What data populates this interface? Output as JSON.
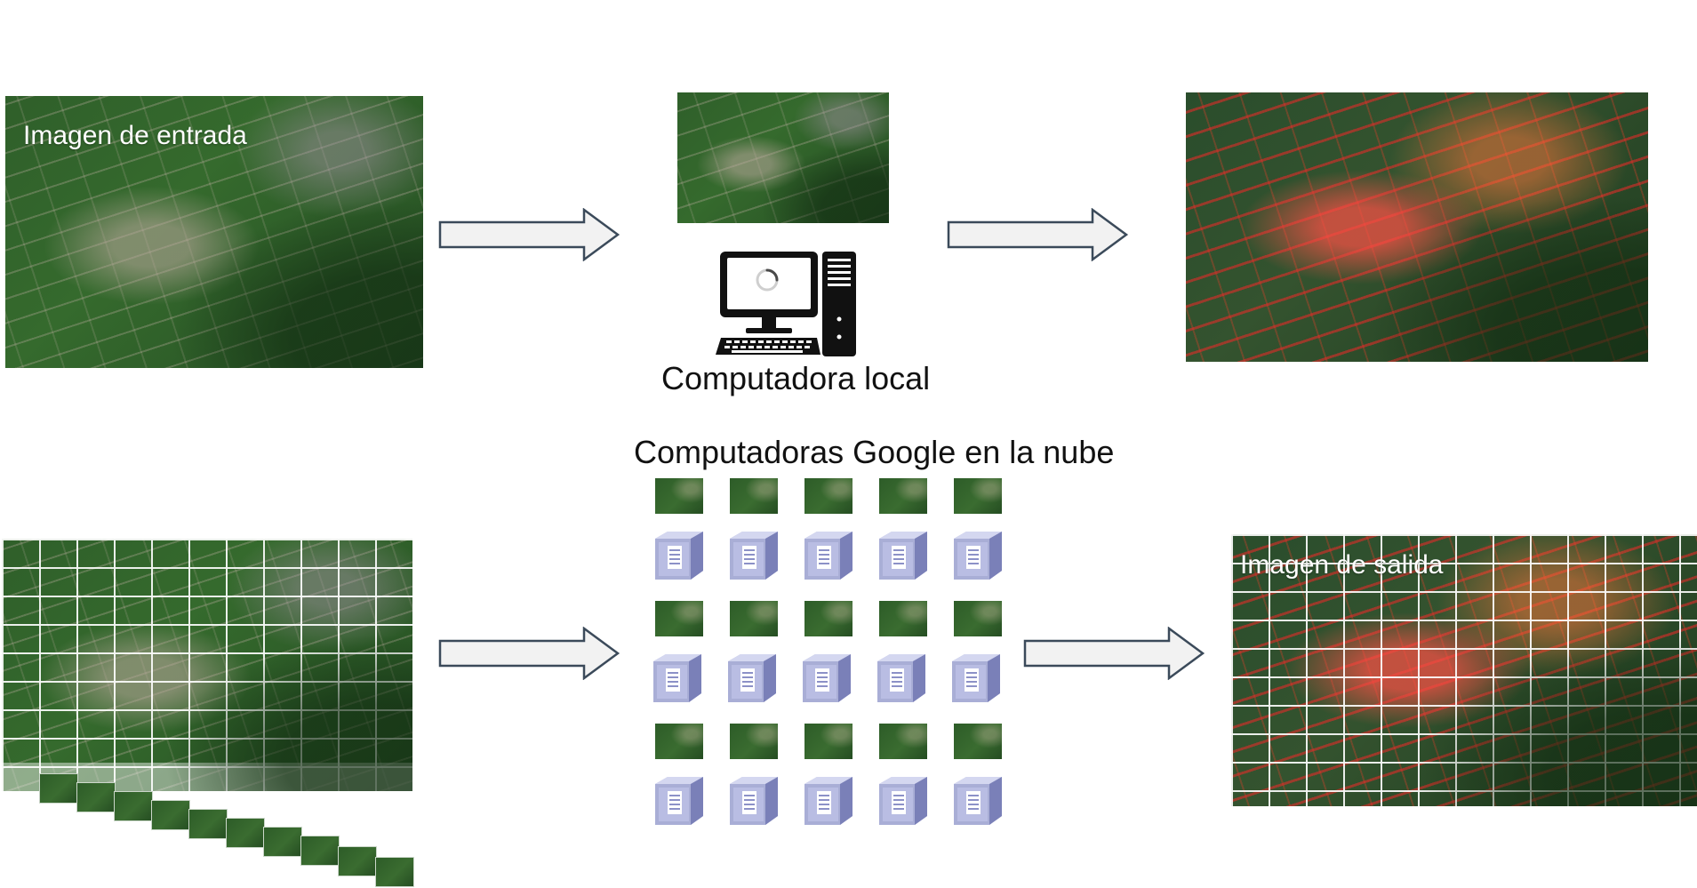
{
  "top_row": {
    "input_label": "Imagen de entrada",
    "computer_caption": "Computadora local"
  },
  "bottom_row": {
    "cloud_caption": "Computadoras Google en la nube",
    "output_label": "Imagen de salida"
  },
  "icons": {
    "arrow": "right-arrow-icon",
    "desktop": "desktop-computer-icon",
    "server": "server-icon",
    "loading": "loading-spinner-icon"
  },
  "colors": {
    "server_fill": "#a9aed6",
    "server_dark": "#7a80b8",
    "arrow_fill": "#f2f2f2",
    "arrow_stroke": "#3b4a5a"
  }
}
